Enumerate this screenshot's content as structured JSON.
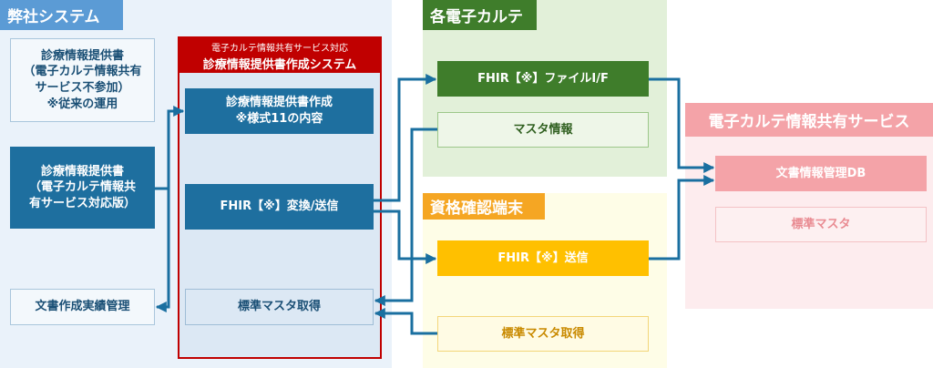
{
  "company": {
    "title": "弊社システム",
    "legacy_box": "診療情報提供書\n（電子カルテ情報共有\nサービス不参加）\n※従来の運用",
    "supported_box": "診療情報提供書\n（電子カルテ情報共\n有サービス対応版）",
    "records_box": "文書作成実績管理"
  },
  "module": {
    "subtitle": "電子カルテ情報共有サービス対応",
    "title": "診療情報提供書作成システム",
    "create_box": "診療情報提供書作成\n※様式11の内容",
    "fhir_box": "FHIR【※】変換/送信",
    "master_box": "標準マスタ取得"
  },
  "emr": {
    "title": "各電子カルテ",
    "fhir_box": "FHIR【※】ファイルI/F",
    "master_box": "マスタ情報"
  },
  "terminal": {
    "title": "資格確認端末",
    "fhir_box": "FHIR【※】送信",
    "master_box": "標準マスタ取得"
  },
  "service": {
    "title": "電子カルテ情報共有サービス",
    "db_box": "文書情報管理DB",
    "master_box": "標準マスタ"
  },
  "colors": {
    "company_bg": "#eaf2fa",
    "company_title": "#5b9bd5",
    "module_border": "#c00000",
    "module_bg": "#dce8f4",
    "dark_blue": "#1e6f9f",
    "emr_bg": "#e2f0d9",
    "emr_title": "#3f7d2b",
    "terminal_bg": "#fefde7",
    "terminal_title": "#f5a623",
    "service_bg": "#fdecee",
    "service_title": "#f4a3a8",
    "arrow": "#1a6fa0"
  }
}
